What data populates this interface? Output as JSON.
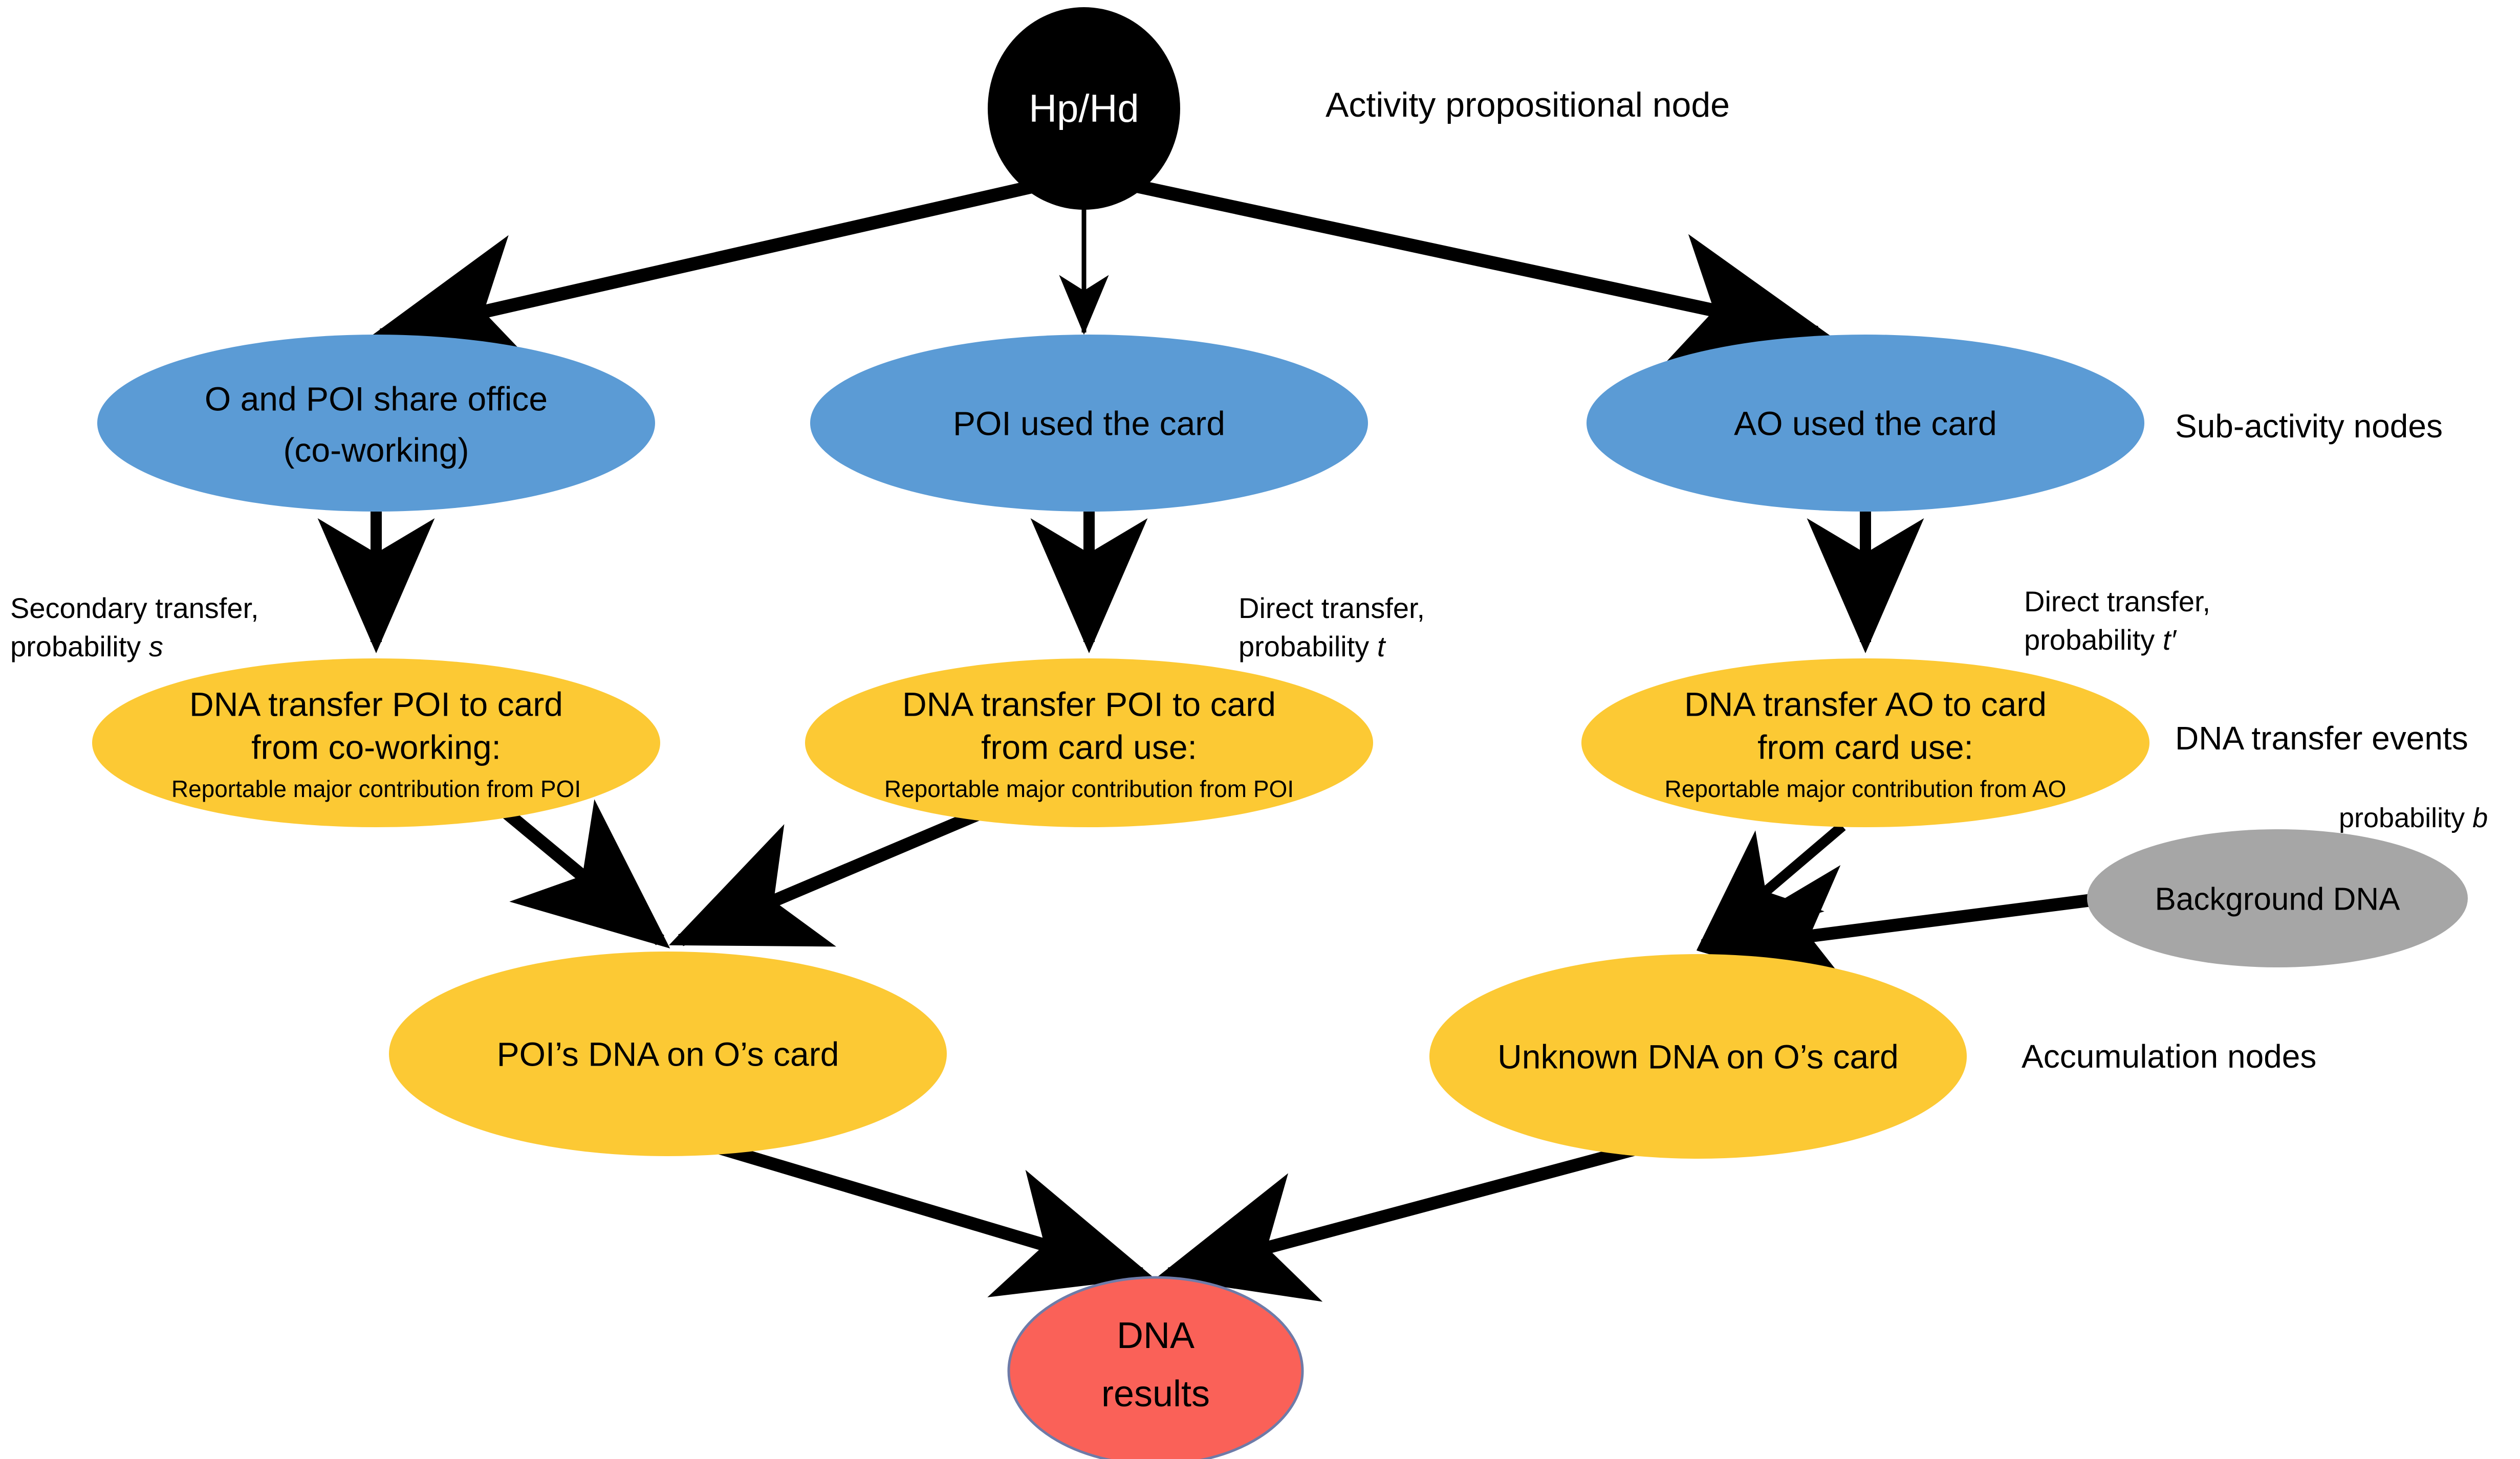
{
  "diagram": {
    "title_absent": true,
    "colors": {
      "root_node": "#000000",
      "sub_activity_node": "#5B9BD5",
      "transfer_node": "#FCC934",
      "accumulation_node": "#FCC934",
      "background_node": "#A6A6A6",
      "result_node": "#FA6158",
      "edge": "#000000",
      "text": "#000000",
      "text_on_dark": "#FFFFFF",
      "canvas": "#FFFFFF"
    },
    "nodes": {
      "root": {
        "label": "Hp/Hd",
        "kind": "activity-propositional"
      },
      "sub_activity": [
        {
          "id": "co-working",
          "line1": "O and POI share office",
          "line2": "(co-working)"
        },
        {
          "id": "poi-used-card",
          "line1": "POI used the card",
          "line2": ""
        },
        {
          "id": "ao-used-card",
          "line1": "AO used the card",
          "line2": ""
        }
      ],
      "transfer": [
        {
          "id": "transfer-poi-coworking",
          "line1": "DNA transfer POI to card",
          "line2": "from co-working:",
          "line3": "Reportable major contribution from POI"
        },
        {
          "id": "transfer-poi-carduse",
          "line1": "DNA transfer POI to card",
          "line2": "from card use:",
          "line3": "Reportable major contribution from POI"
        },
        {
          "id": "transfer-ao-carduse",
          "line1": "DNA transfer AO to card",
          "line2": "from card use:",
          "line3": "Reportable major contribution from AO"
        }
      ],
      "background": {
        "id": "background-dna",
        "label": "Background DNA"
      },
      "accumulation": [
        {
          "id": "poi-dna-on-card",
          "label": "POI’s DNA on O’s card"
        },
        {
          "id": "unknown-dna-on-card",
          "label": "Unknown DNA on O’s card"
        }
      ],
      "result": {
        "id": "dna-results",
        "line1": "DNA",
        "line2": "results"
      }
    },
    "edge_labels": [
      {
        "id": "secondary-transfer",
        "line1": "Secondary transfer,",
        "line2_prefix": "probability ",
        "line2_symbol": "s"
      },
      {
        "id": "direct-transfer-t",
        "line1": "Direct transfer,",
        "line2_prefix": "probability ",
        "line2_symbol": "t"
      },
      {
        "id": "direct-transfer-t-prime",
        "line1": "Direct transfer,",
        "line2_prefix": "probability ",
        "line2_symbol": "t′"
      },
      {
        "id": "background-probability",
        "line1": "",
        "line2_prefix": "probability ",
        "line2_symbol": "b"
      }
    ],
    "legend": [
      {
        "id": "activity-propositional-node",
        "label": "Activity propositional node"
      },
      {
        "id": "sub-activity-nodes",
        "label": "Sub-activity nodes"
      },
      {
        "id": "dna-transfer-events",
        "label": "DNA transfer events"
      },
      {
        "id": "accumulation-nodes",
        "label": "Accumulation nodes"
      }
    ]
  }
}
